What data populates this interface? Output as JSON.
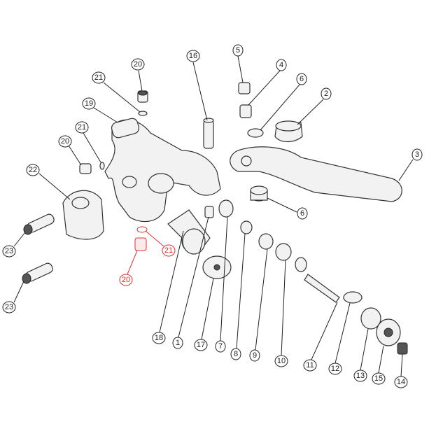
{
  "title": "Brake lever exploded parts diagram",
  "colors": {
    "line": "#222222",
    "highlight": "#e03030",
    "part_fill": "#f2f2f2"
  },
  "callouts": {
    "c5": "5",
    "c4": "4",
    "c6a": "6",
    "c2": "2",
    "c3": "3",
    "c6b": "6",
    "c16": "16",
    "c20a": "20",
    "c21a": "21",
    "c19": "19",
    "c21b": "21",
    "c20b": "20",
    "c22": "22",
    "c23a": "23",
    "c23b": "23",
    "c21red": "21",
    "c20red": "20",
    "c18": "18",
    "c1": "1",
    "c17": "17",
    "c7": "7",
    "c8": "8",
    "c9": "9",
    "c10": "10",
    "c11": "11",
    "c12": "12",
    "c13": "13",
    "c15": "15",
    "c14": "14"
  }
}
